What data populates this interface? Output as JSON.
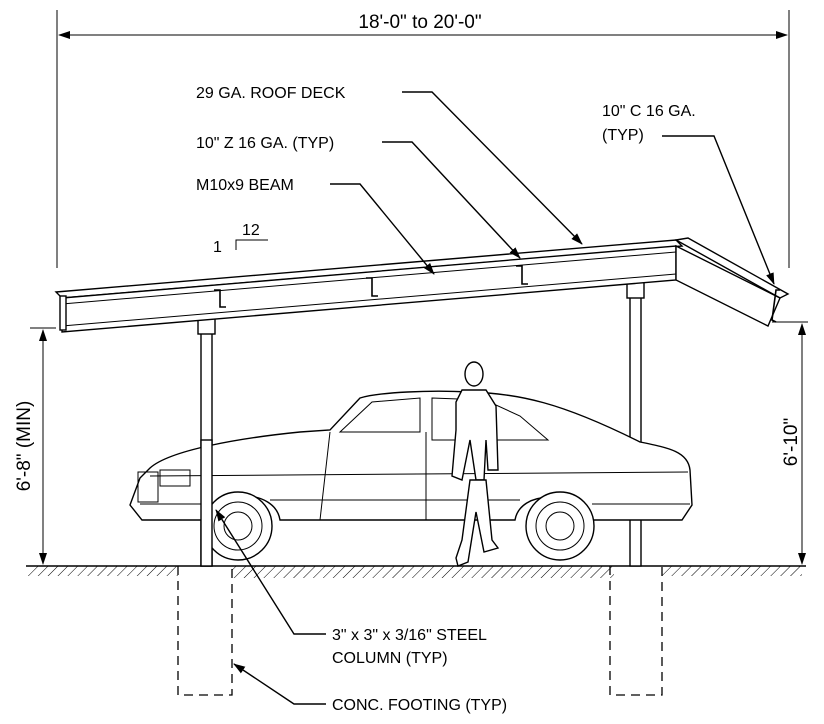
{
  "drawing": {
    "span_dimension": "18'-0\" to 20'-0\"",
    "roof_deck_label": "29 GA. ROOF DECK",
    "purlin_label": "10\" Z 16 GA. (TYP)",
    "beam_label": "M10x9 BEAM",
    "eave_channel_label_line1": "10\" C 16 GA.",
    "eave_channel_label_line2": "(TYP)",
    "slope_rise": "1",
    "slope_run": "12",
    "left_height_dimension": "6'-8\"  (MIN)",
    "right_height_dimension": "6'-10\"",
    "column_label_line1": "3\" x 3\" x 3/16\" STEEL",
    "column_label_line2": "COLUMN (TYP)",
    "footing_label": "CONC. FOOTING (TYP)"
  }
}
